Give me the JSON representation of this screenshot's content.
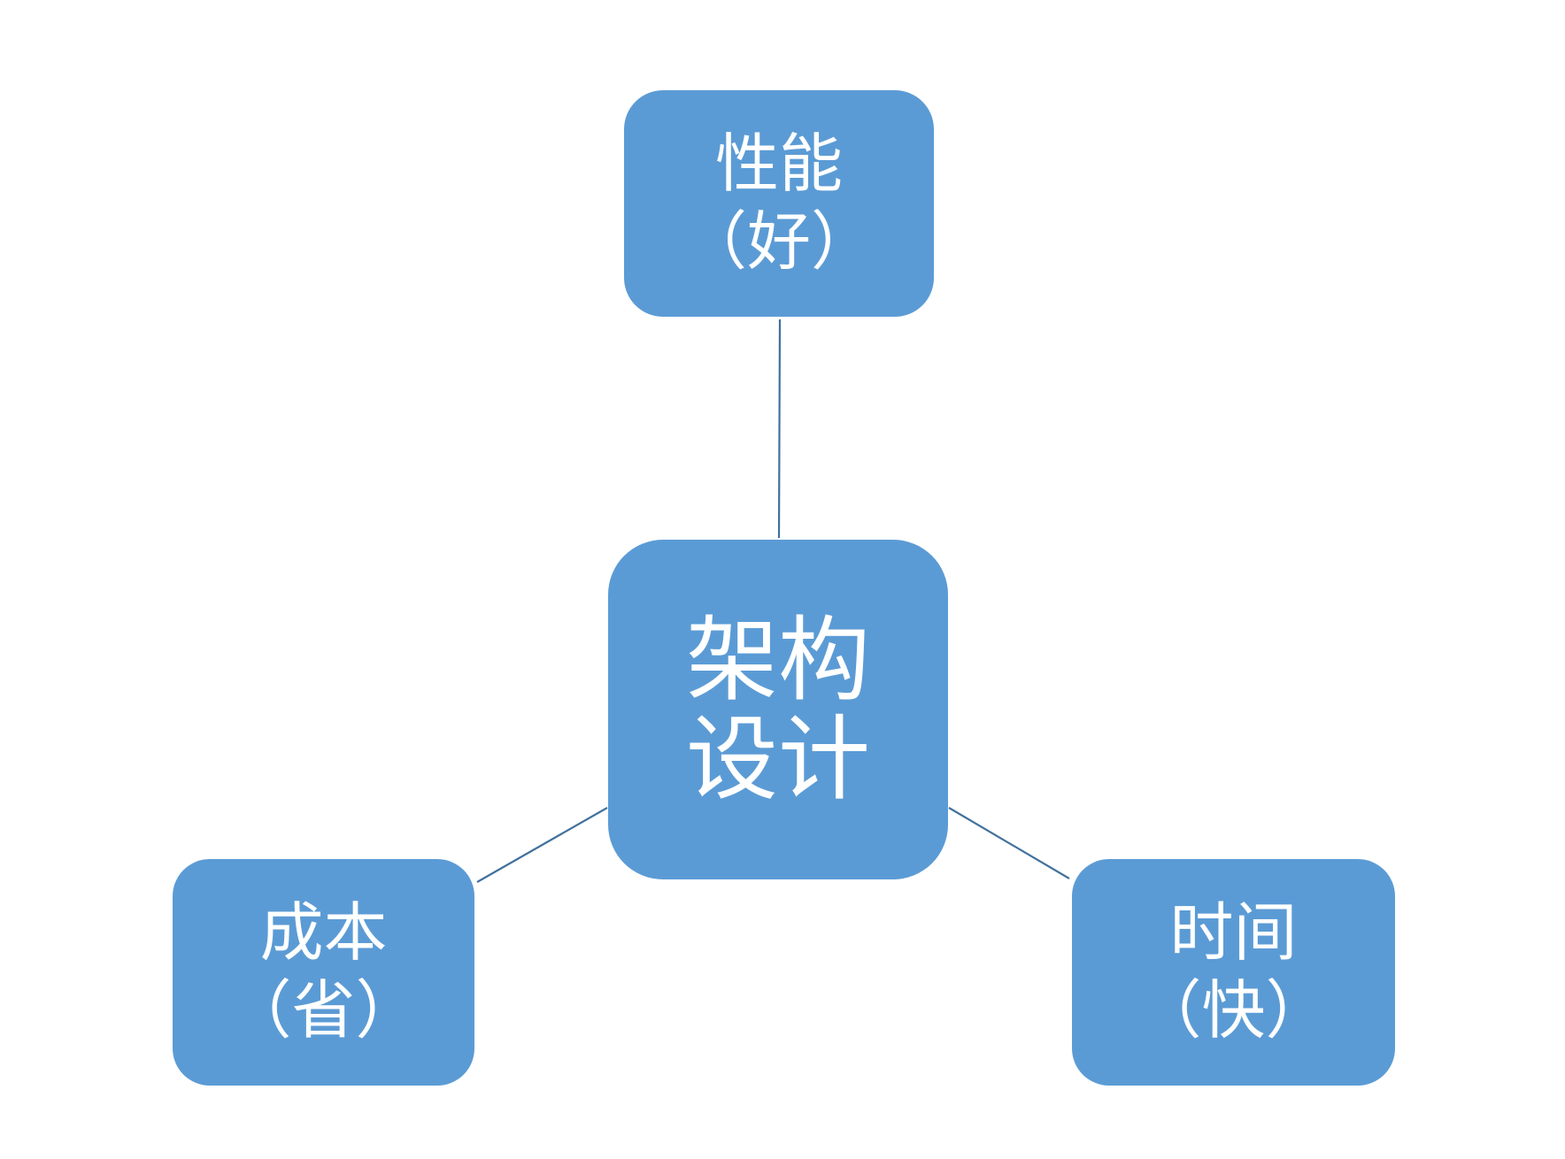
{
  "colors": {
    "node_fill": "#5b9bd5",
    "connector": "#41719c",
    "text": "#ffffff"
  },
  "nodes": {
    "top": {
      "line1": "性能",
      "line2": "（好）"
    },
    "center": {
      "line1": "架构",
      "line2": "设计"
    },
    "left": {
      "line1": "成本",
      "line2": "（省）"
    },
    "right": {
      "line1": "时间",
      "line2": "（快）"
    }
  }
}
